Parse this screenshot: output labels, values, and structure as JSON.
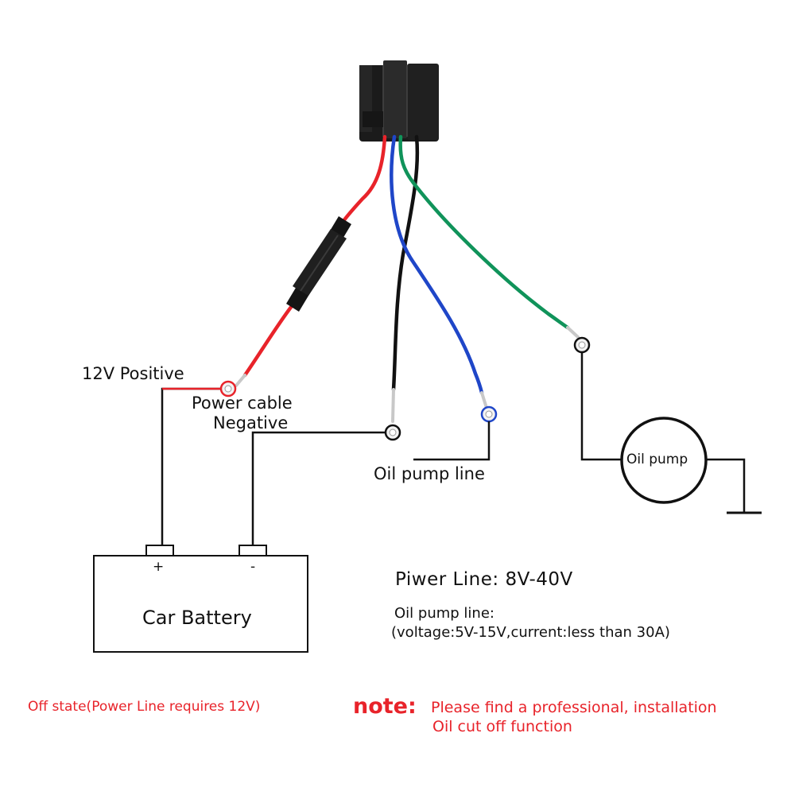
{
  "labels": {
    "positive": "12V Positive",
    "power_cable": "Power cable",
    "negative": "Negative",
    "oil_pump_line": "Oil pump line",
    "oil_pump": "Oil pump",
    "battery": "Car Battery",
    "battery_plus": "+",
    "battery_minus": "-"
  },
  "specs": {
    "power_line": "Piwer Line: 8V-40V",
    "oil_line_title": "Oil pump line:",
    "oil_line_detail": "(voltage:5V-15V,current:less than 30A)"
  },
  "footer": {
    "off_state": "Off state(Power Line requires 12V)",
    "note_label": "note:",
    "note_line1": "Please find a professional, installation",
    "note_line2": "Oil cut off function"
  },
  "colors": {
    "red_wire": "#e8232a",
    "blue_wire": "#1f46c8",
    "green_wire": "#10935a",
    "black_wire": "#111111",
    "note_text": "#e8232a"
  }
}
